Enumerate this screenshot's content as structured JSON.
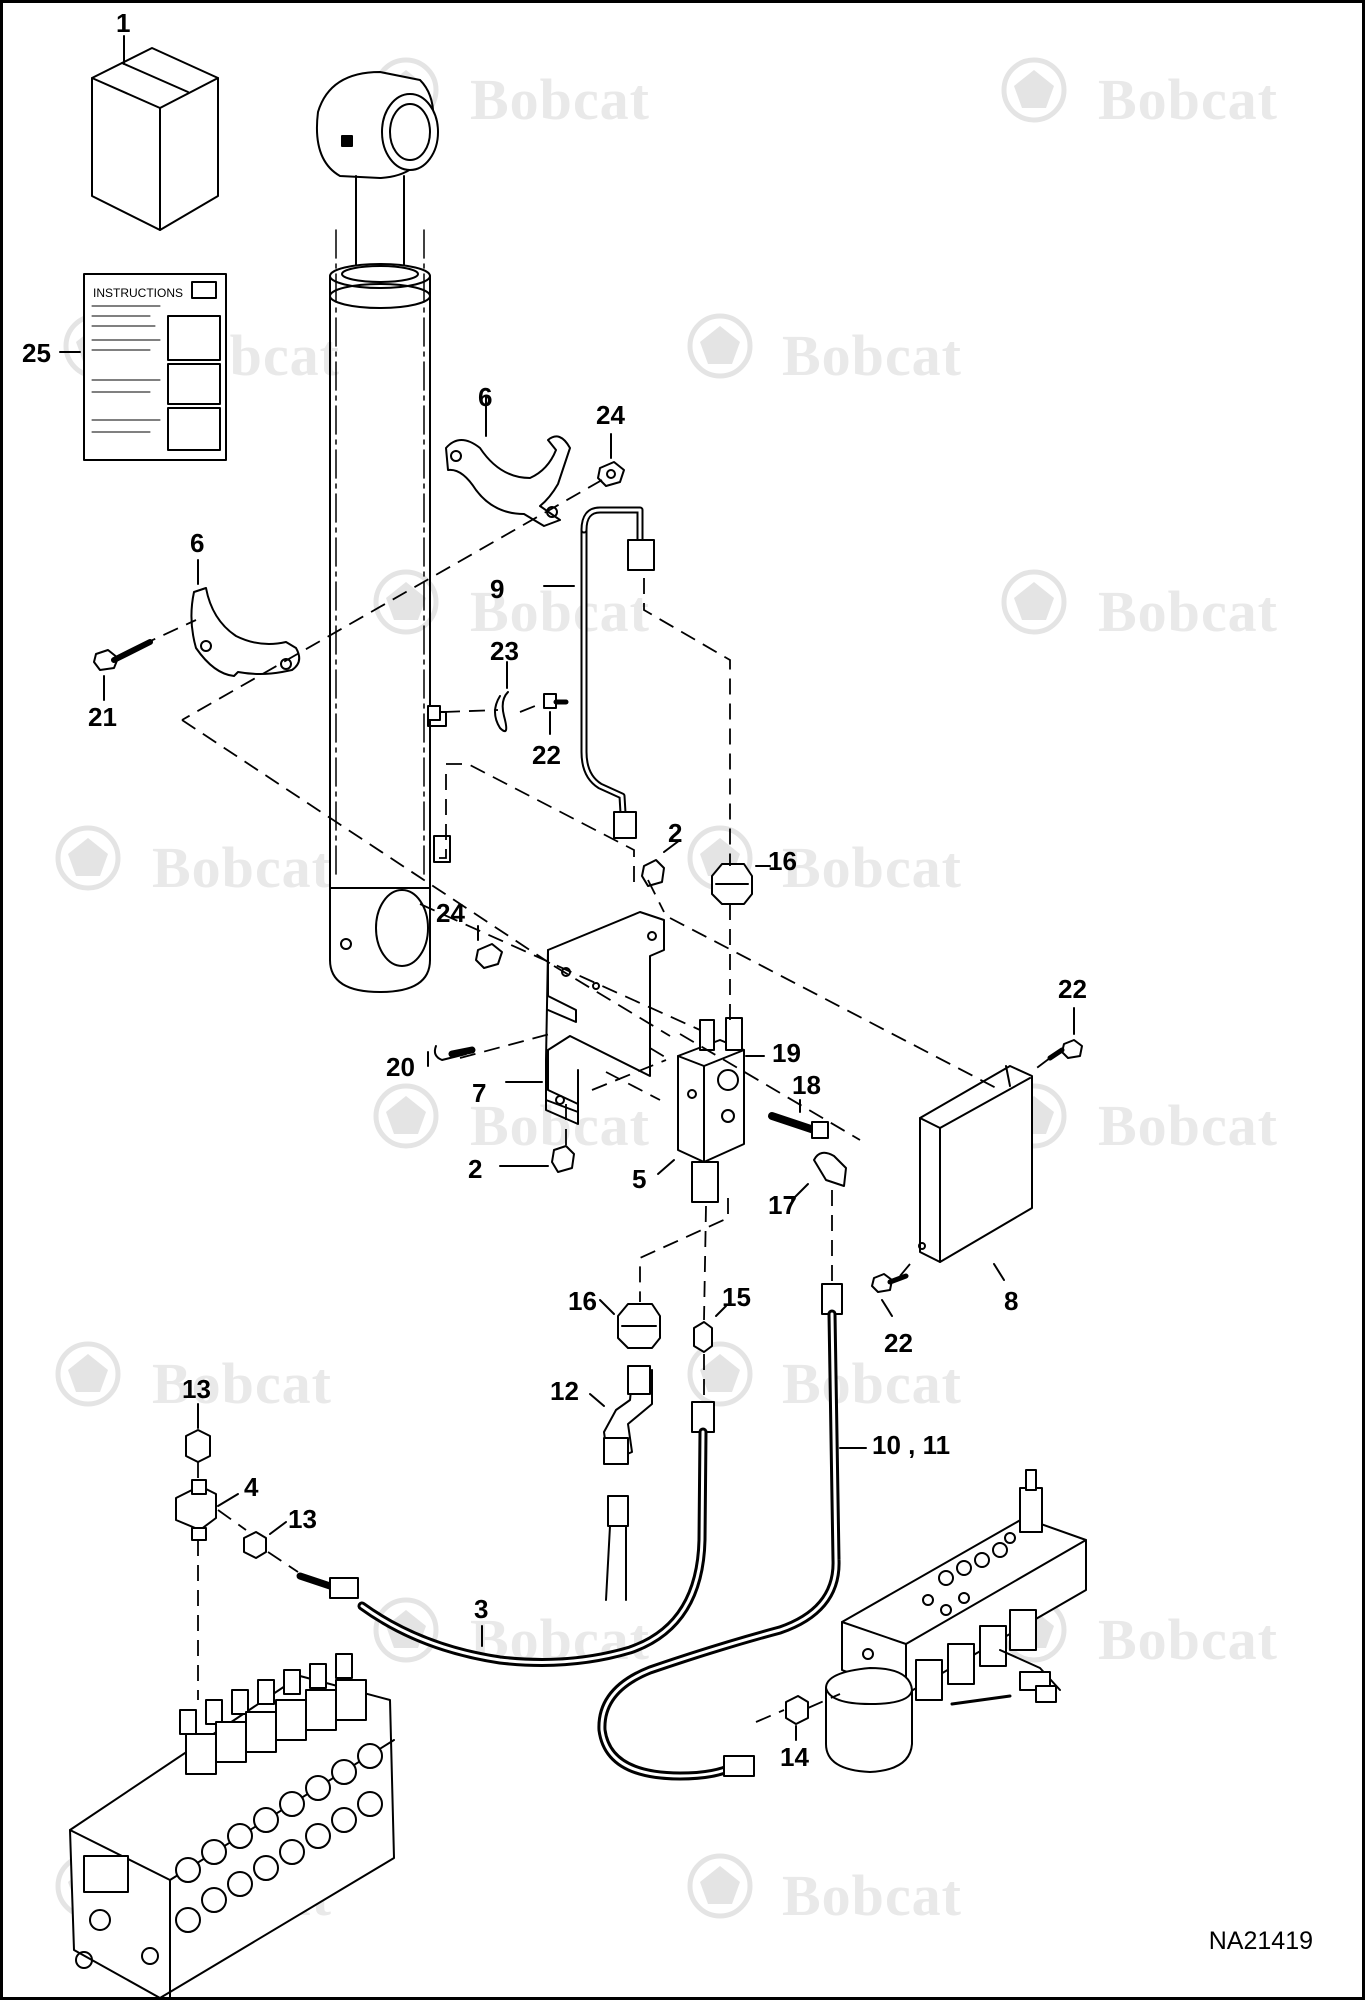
{
  "diagram": {
    "drawing_code": "NA21419",
    "watermark_text": "Bobcat",
    "instructions_label": "INSTRUCTIONS",
    "callouts": [
      {
        "id": "c1",
        "label": "1"
      },
      {
        "id": "c25",
        "label": "25"
      },
      {
        "id": "c6a",
        "label": "6"
      },
      {
        "id": "c24a",
        "label": "24"
      },
      {
        "id": "c6b",
        "label": "6"
      },
      {
        "id": "c9",
        "label": "9"
      },
      {
        "id": "c21",
        "label": "21"
      },
      {
        "id": "c23",
        "label": "23"
      },
      {
        "id": "c22a",
        "label": "22"
      },
      {
        "id": "c2a",
        "label": "2"
      },
      {
        "id": "c16a",
        "label": "16"
      },
      {
        "id": "c24b",
        "label": "24"
      },
      {
        "id": "c22b",
        "label": "22"
      },
      {
        "id": "c20",
        "label": "20"
      },
      {
        "id": "c19",
        "label": "19"
      },
      {
        "id": "c7",
        "label": "7"
      },
      {
        "id": "c18",
        "label": "18"
      },
      {
        "id": "c2b",
        "label": "2"
      },
      {
        "id": "c5",
        "label": "5"
      },
      {
        "id": "c17",
        "label": "17"
      },
      {
        "id": "c8",
        "label": "8"
      },
      {
        "id": "c16b",
        "label": "16"
      },
      {
        "id": "c15",
        "label": "15"
      },
      {
        "id": "c22c",
        "label": "22"
      },
      {
        "id": "c13a",
        "label": "13"
      },
      {
        "id": "c12",
        "label": "12"
      },
      {
        "id": "c1011",
        "label": "10 , 11"
      },
      {
        "id": "c4",
        "label": "4"
      },
      {
        "id": "c13b",
        "label": "13"
      },
      {
        "id": "c3",
        "label": "3"
      },
      {
        "id": "c14",
        "label": "14"
      }
    ]
  }
}
